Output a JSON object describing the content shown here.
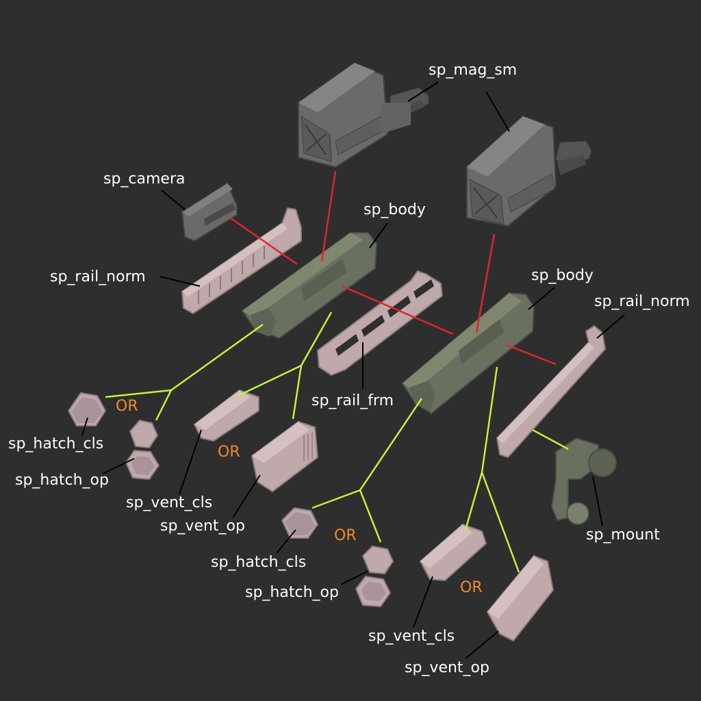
{
  "colors": {
    "background": "#2e2e2e",
    "label_text": "#ffffff",
    "or_text": "#f08a2c",
    "attach_line": "#e0262a",
    "option_line": "#c8f03a",
    "leader_line": "#000000",
    "part_gray": "#6a6a6a",
    "part_pink": "#bfa9aa",
    "part_green": "#6a7060"
  },
  "labels": {
    "mag_sm": "sp_mag_sm",
    "camera": "sp_camera",
    "body_left": "sp_body",
    "body_right": "sp_body",
    "rail_norm_left": "sp_rail_norm",
    "rail_norm_right": "sp_rail_norm",
    "rail_frm": "sp_rail_frm",
    "mount": "sp_mount",
    "hatch_cls_left": "sp_hatch_cls",
    "hatch_op_left": "sp_hatch_op",
    "vent_cls_left": "sp_vent_cls",
    "vent_op_left": "sp_vent_op",
    "hatch_cls_right": "sp_hatch_cls",
    "hatch_op_right": "sp_hatch_op",
    "vent_cls_right": "sp_vent_cls",
    "vent_op_right": "sp_vent_op"
  },
  "or_labels": {
    "hatch_left": "OR",
    "vent_left": "OR",
    "hatch_right": "OR",
    "vent_right": "OR"
  }
}
